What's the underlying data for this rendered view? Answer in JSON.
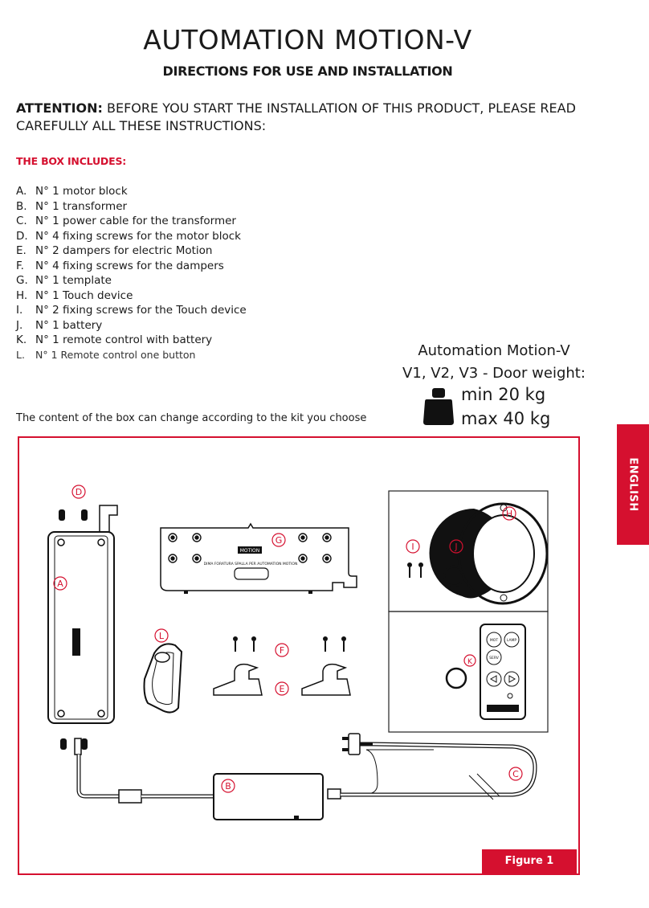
{
  "title": "AUTOMATION MOTION-V",
  "subtitle": "DIRECTIONS FOR USE AND INSTALLATION",
  "attention": {
    "label": "ATTENTION:",
    "text": " BEFORE YOU START THE INSTALLATION OF THIS PRODUCT, PLEASE READ CAREFULLY ALL THESE INSTRUCTIONS:"
  },
  "box_heading": "THE BOX INCLUDES:",
  "items": [
    {
      "letter": "A.",
      "text": "N° 1 motor block"
    },
    {
      "letter": "B.",
      "text": "N° 1 transformer"
    },
    {
      "letter": "C.",
      "text": "N° 1 power cable for the transformer"
    },
    {
      "letter": "D.",
      "text": "N° 4 fixing screws for the motor block"
    },
    {
      "letter": "E.",
      "text": "N° 2 dampers for electric Motion"
    },
    {
      "letter": "F.",
      "text": "N° 4 fixing screws for the dampers"
    },
    {
      "letter": "G.",
      "text": "N° 1 template"
    },
    {
      "letter": "H.",
      "text": "N° 1 Touch device"
    },
    {
      "letter": "I.",
      "text": "N° 2 fixing screws  for the Touch device"
    },
    {
      "letter": "J.",
      "text": "N° 1 battery"
    },
    {
      "letter": "K.",
      "text": "N° 1 remote control with battery"
    },
    {
      "letter": "L.",
      "text": "N° 1 Remote control one button"
    }
  ],
  "note": "The content of the box can change according to the kit you choose",
  "spec": {
    "title": "Automation Motion-V",
    "versions": "V1, V2, V3 - Door weight:",
    "min": "min 20 kg",
    "max": "max 40 kg"
  },
  "language_tab": "ENGLISH",
  "figure": {
    "label": "Figure 1",
    "template_text": "DIMA FORATURA SPALLA PER AUTOMATION MOTION",
    "brand_text": "MOTION",
    "remote_buttons": [
      "MOT",
      "LAMP",
      "SERV"
    ],
    "part_labels": [
      "A",
      "B",
      "C",
      "D",
      "E",
      "F",
      "G",
      "H",
      "I",
      "J",
      "K",
      "L"
    ]
  },
  "colors": {
    "accent": "#d5102f",
    "text": "#1a1a1a"
  }
}
